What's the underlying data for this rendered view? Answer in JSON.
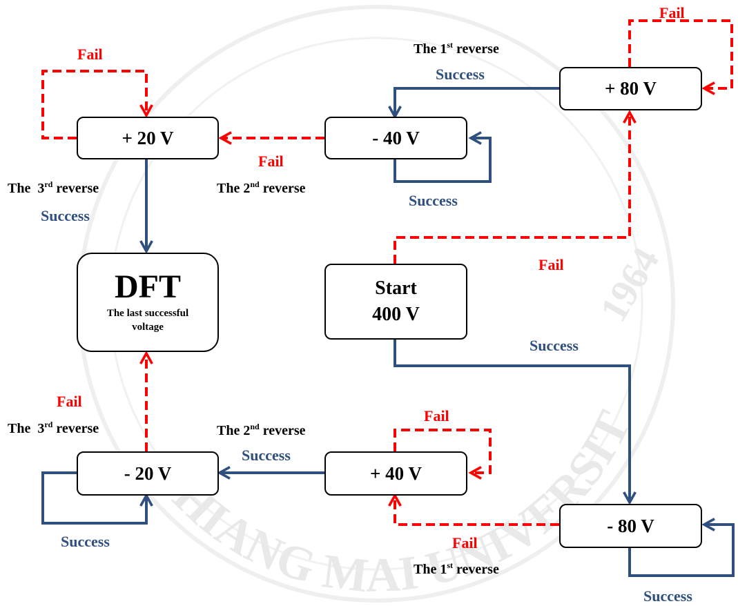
{
  "boxes": {
    "start": {
      "line1": "Start",
      "line2": "400 V"
    },
    "plus80": "+ 80 V",
    "minus40": "- 40 V",
    "plus20": "+ 20 V",
    "dft": {
      "title": "DFT",
      "subtitle1": "The last successful",
      "subtitle2": "voltage"
    },
    "minus80": "- 80 V",
    "plus40": "+ 40 V",
    "minus20": "- 20 V"
  },
  "labels": {
    "fail": "Fail",
    "success": "Success",
    "the_word": "The",
    "reverse_word": "reverse",
    "ordinal_1": "1",
    "ordinal_1_suffix": "st",
    "ordinal_2": "2",
    "ordinal_2_suffix": "nd",
    "ordinal_3": "3",
    "ordinal_3_suffix": "rd"
  },
  "watermark": {
    "text_top": "CHIANG MAI UNIVERSITY",
    "year": "1964"
  },
  "colors": {
    "fail": "#ff0000",
    "success": "#2f4f7f",
    "box_border": "#000000"
  }
}
